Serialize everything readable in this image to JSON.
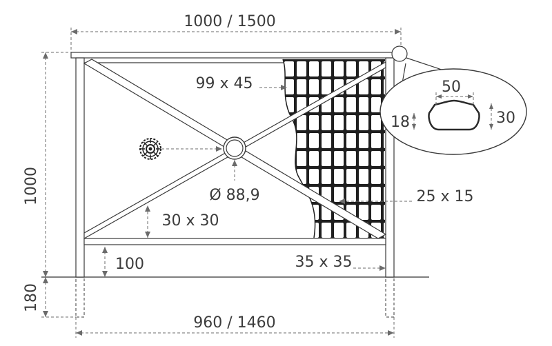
{
  "dimensions": {
    "top_width": "1000 / 1500",
    "bottom_width": "960 / 1460",
    "height": "1000",
    "post_depth": "180",
    "rail_profile": "99 x 45",
    "ring_diameter": "Ø 88,9",
    "cross_bar": "30 x 30",
    "bottom_clearance": "100",
    "post_section": "35 x 35",
    "mesh_bar": "25 x 15"
  },
  "profile_detail": {
    "width": "50",
    "height_left": "18",
    "height_right": "30"
  },
  "colors": {
    "line": "#3a3a3a",
    "dimension": "#6b6b6b",
    "text": "#3c3c3c",
    "mesh": "#1f1f1f"
  },
  "icons": {
    "ornament": "rosette-icon"
  }
}
